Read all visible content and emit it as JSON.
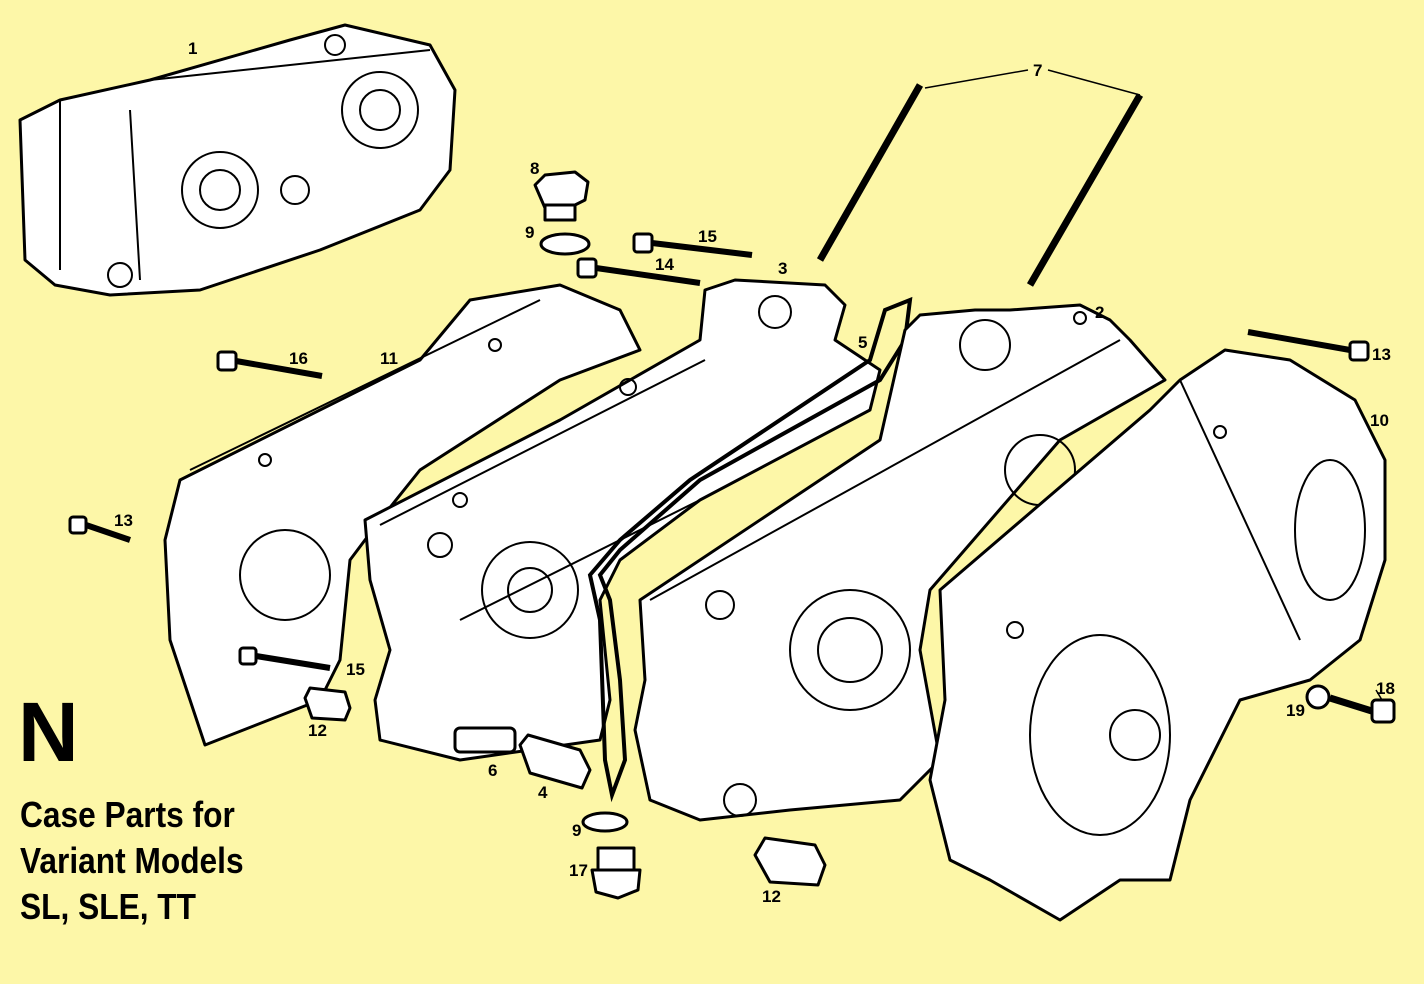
{
  "section_letter": "N",
  "caption_lines": [
    "Case Parts for",
    "Variant Models",
    "SL, SLE, TT"
  ],
  "callouts": [
    "1",
    "2",
    "3",
    "4",
    "5",
    "6",
    "7",
    "8",
    "9",
    "9",
    "10",
    "11",
    "12",
    "12",
    "13",
    "13",
    "14",
    "15",
    "15",
    "16",
    "17",
    "18",
    "19"
  ],
  "colors": {
    "background": "#fdf7a8",
    "line": "#000000",
    "fill": "#ffffff"
  }
}
